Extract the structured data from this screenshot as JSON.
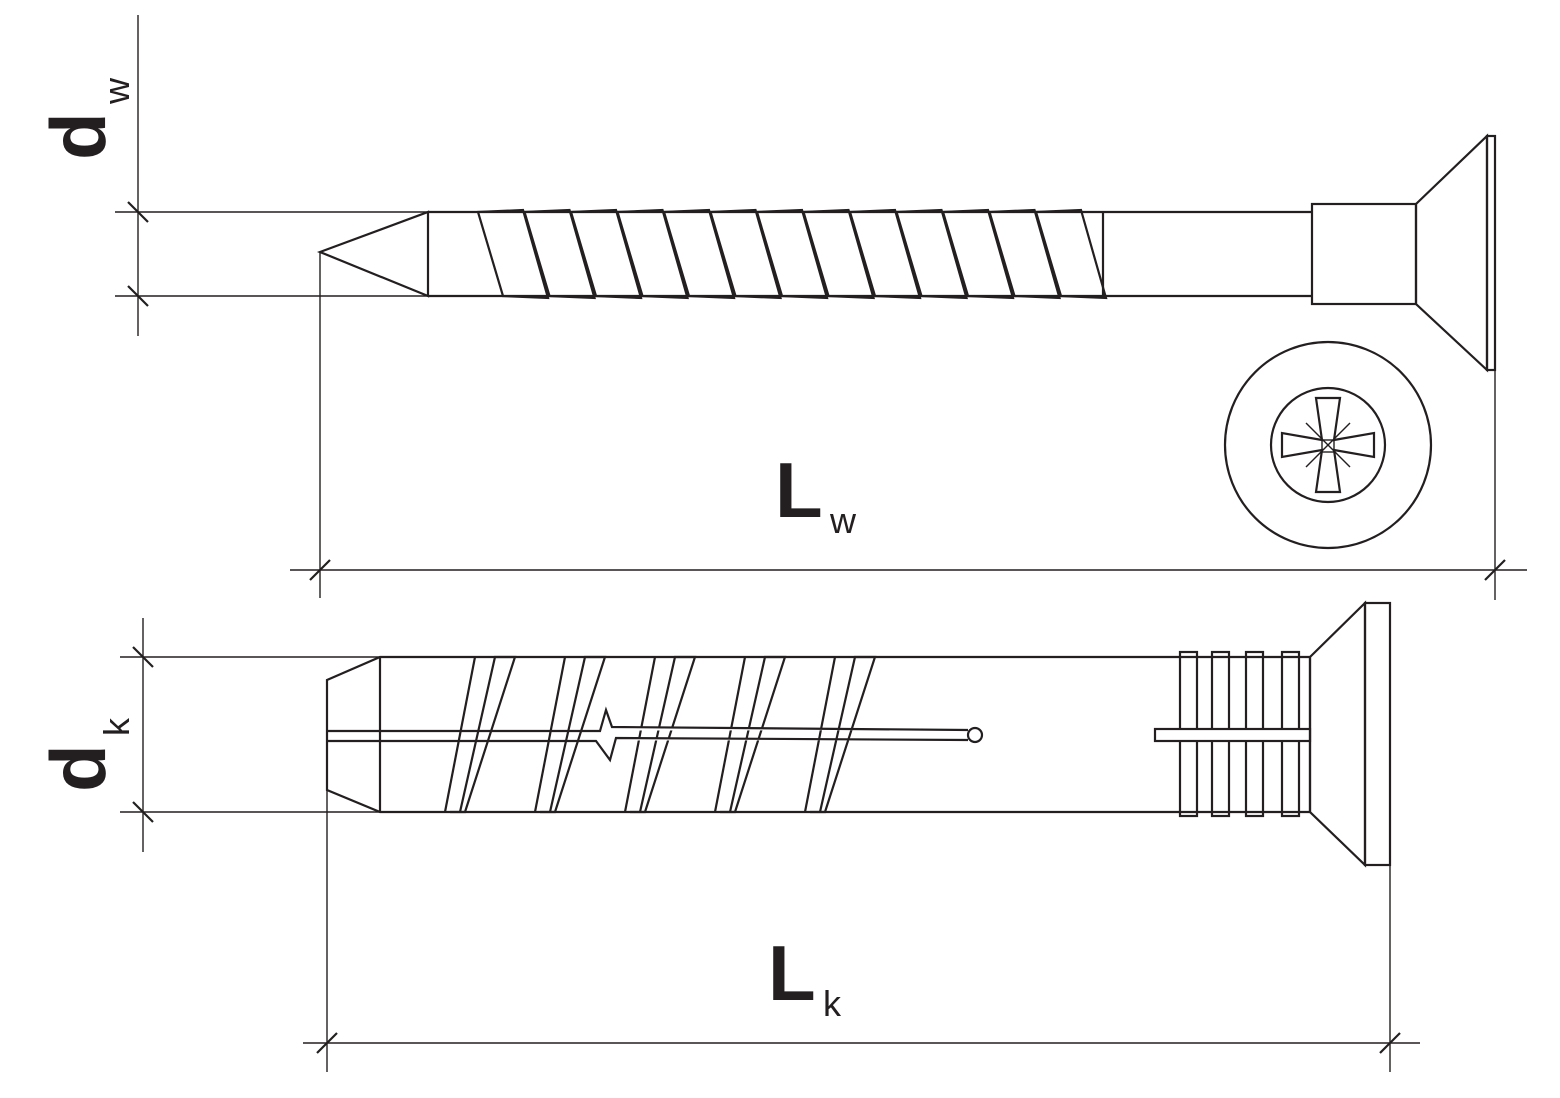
{
  "labels": {
    "screw_diameter": {
      "main": "d",
      "sub": "w"
    },
    "screw_length": {
      "main": "L",
      "sub": "w"
    },
    "anchor_diameter": {
      "main": "d",
      "sub": "k"
    },
    "anchor_length": {
      "main": "L",
      "sub": "k"
    }
  },
  "colors": {
    "line": "#231f20",
    "background": "#ffffff"
  }
}
